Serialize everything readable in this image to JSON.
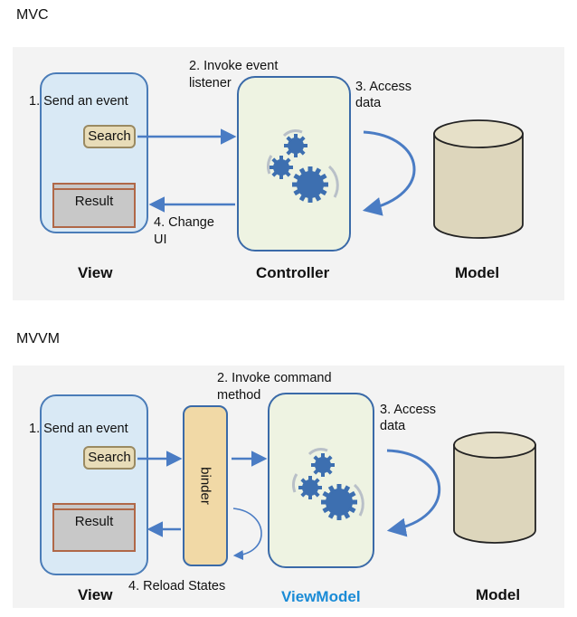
{
  "mvc": {
    "title": "MVC",
    "send_event": "1. Send an event",
    "search": "Search",
    "result": "Result",
    "invoke_line1": "2. Invoke event",
    "invoke_line2": "listener",
    "access_line1": "3. Access",
    "access_line2": "data",
    "change_line1": "4. Change",
    "change_line2": "UI",
    "view_caption": "View",
    "controller_caption": "Controller",
    "model_caption": "Model"
  },
  "mvvm": {
    "title": "MVVM",
    "send_event": "1. Send an event",
    "search": "Search",
    "result": "Result",
    "binder": "binder",
    "invoke_line1": "2. Invoke command",
    "invoke_line2": "method",
    "access_line1": "3. Access",
    "access_line2": "data",
    "reload": "4. Reload States",
    "view_caption": "View",
    "viewmodel_caption": "ViewModel",
    "model_caption": "Model"
  },
  "colors": {
    "arrow": "#4a7cc4",
    "view_fill": "#d9e9f5",
    "controller_fill": "#eef3e2",
    "binder_fill": "#f1d9a6",
    "cylinder_fill": "#ddd6bc",
    "gear": "#3d6fb0",
    "viewmodel_caption": "#1a8bd6"
  }
}
